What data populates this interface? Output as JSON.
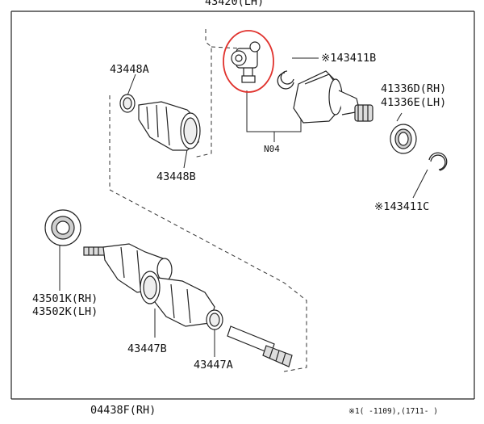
{
  "labels": {
    "top": "43420(LH)",
    "p43448a": "43448A",
    "p43448b": "43448B",
    "p43411b": "※143411B",
    "p41336d": "41336D(RH)",
    "p41336e": "41336E(LH)",
    "n04": "N04",
    "p43411c": "※143411C",
    "p43501k": "43501K(RH)",
    "p43502k": "43502K(LH)",
    "p43447b": "43447B",
    "p43447a": "43447A",
    "p04438f": "04438F(RH)",
    "footnote": "※1(  -1109),(1711-  )"
  },
  "colors": {
    "line": "#222222",
    "highlight": "#e0312c",
    "shade": "#cfcfcf"
  }
}
